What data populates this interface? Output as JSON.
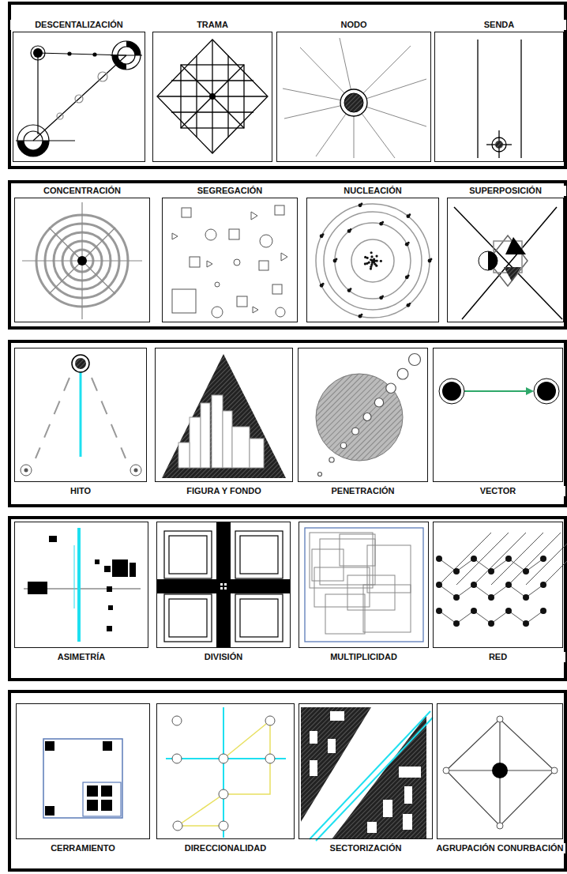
{
  "diagram": {
    "nodes": [
      {
        "text": [
          "DESCENTALIZACIÓN"
        ]
      },
      {
        "text": [
          "TRAMA"
        ]
      },
      {
        "text": [
          "NODO"
        ]
      },
      {
        "text": [
          "SENDA"
        ]
      },
      {
        "text": [
          "CONCENTRACIÓN"
        ]
      },
      {
        "text": [
          "SEGREGACIÓN"
        ]
      },
      {
        "text": [
          "NUCLEACIÓN"
        ]
      },
      {
        "text": [
          "SUPERPOSICIÓN"
        ]
      },
      {
        "text": [
          "HITO"
        ]
      },
      {
        "text": [
          "FIGURA Y FONDO"
        ]
      },
      {
        "text": [
          "PENETRACIÓN"
        ]
      },
      {
        "text": [
          "VECTOR"
        ]
      },
      {
        "text": [
          "ASIMETRÍA"
        ]
      },
      {
        "text": [
          "DIVISIÓN"
        ]
      },
      {
        "text": [
          "MULTIPLICIDAD"
        ]
      },
      {
        "text": [
          "RED"
        ]
      },
      {
        "text": [
          "CERRAMIENTO"
        ]
      },
      {
        "text": [
          "DIRECCIONALIDAD"
        ]
      },
      {
        "text": [
          "SECTORIZACIÓN"
        ]
      },
      {
        "text": [
          "AGRUPACIÓN CONURBACIÓN"
        ]
      }
    ]
  }
}
